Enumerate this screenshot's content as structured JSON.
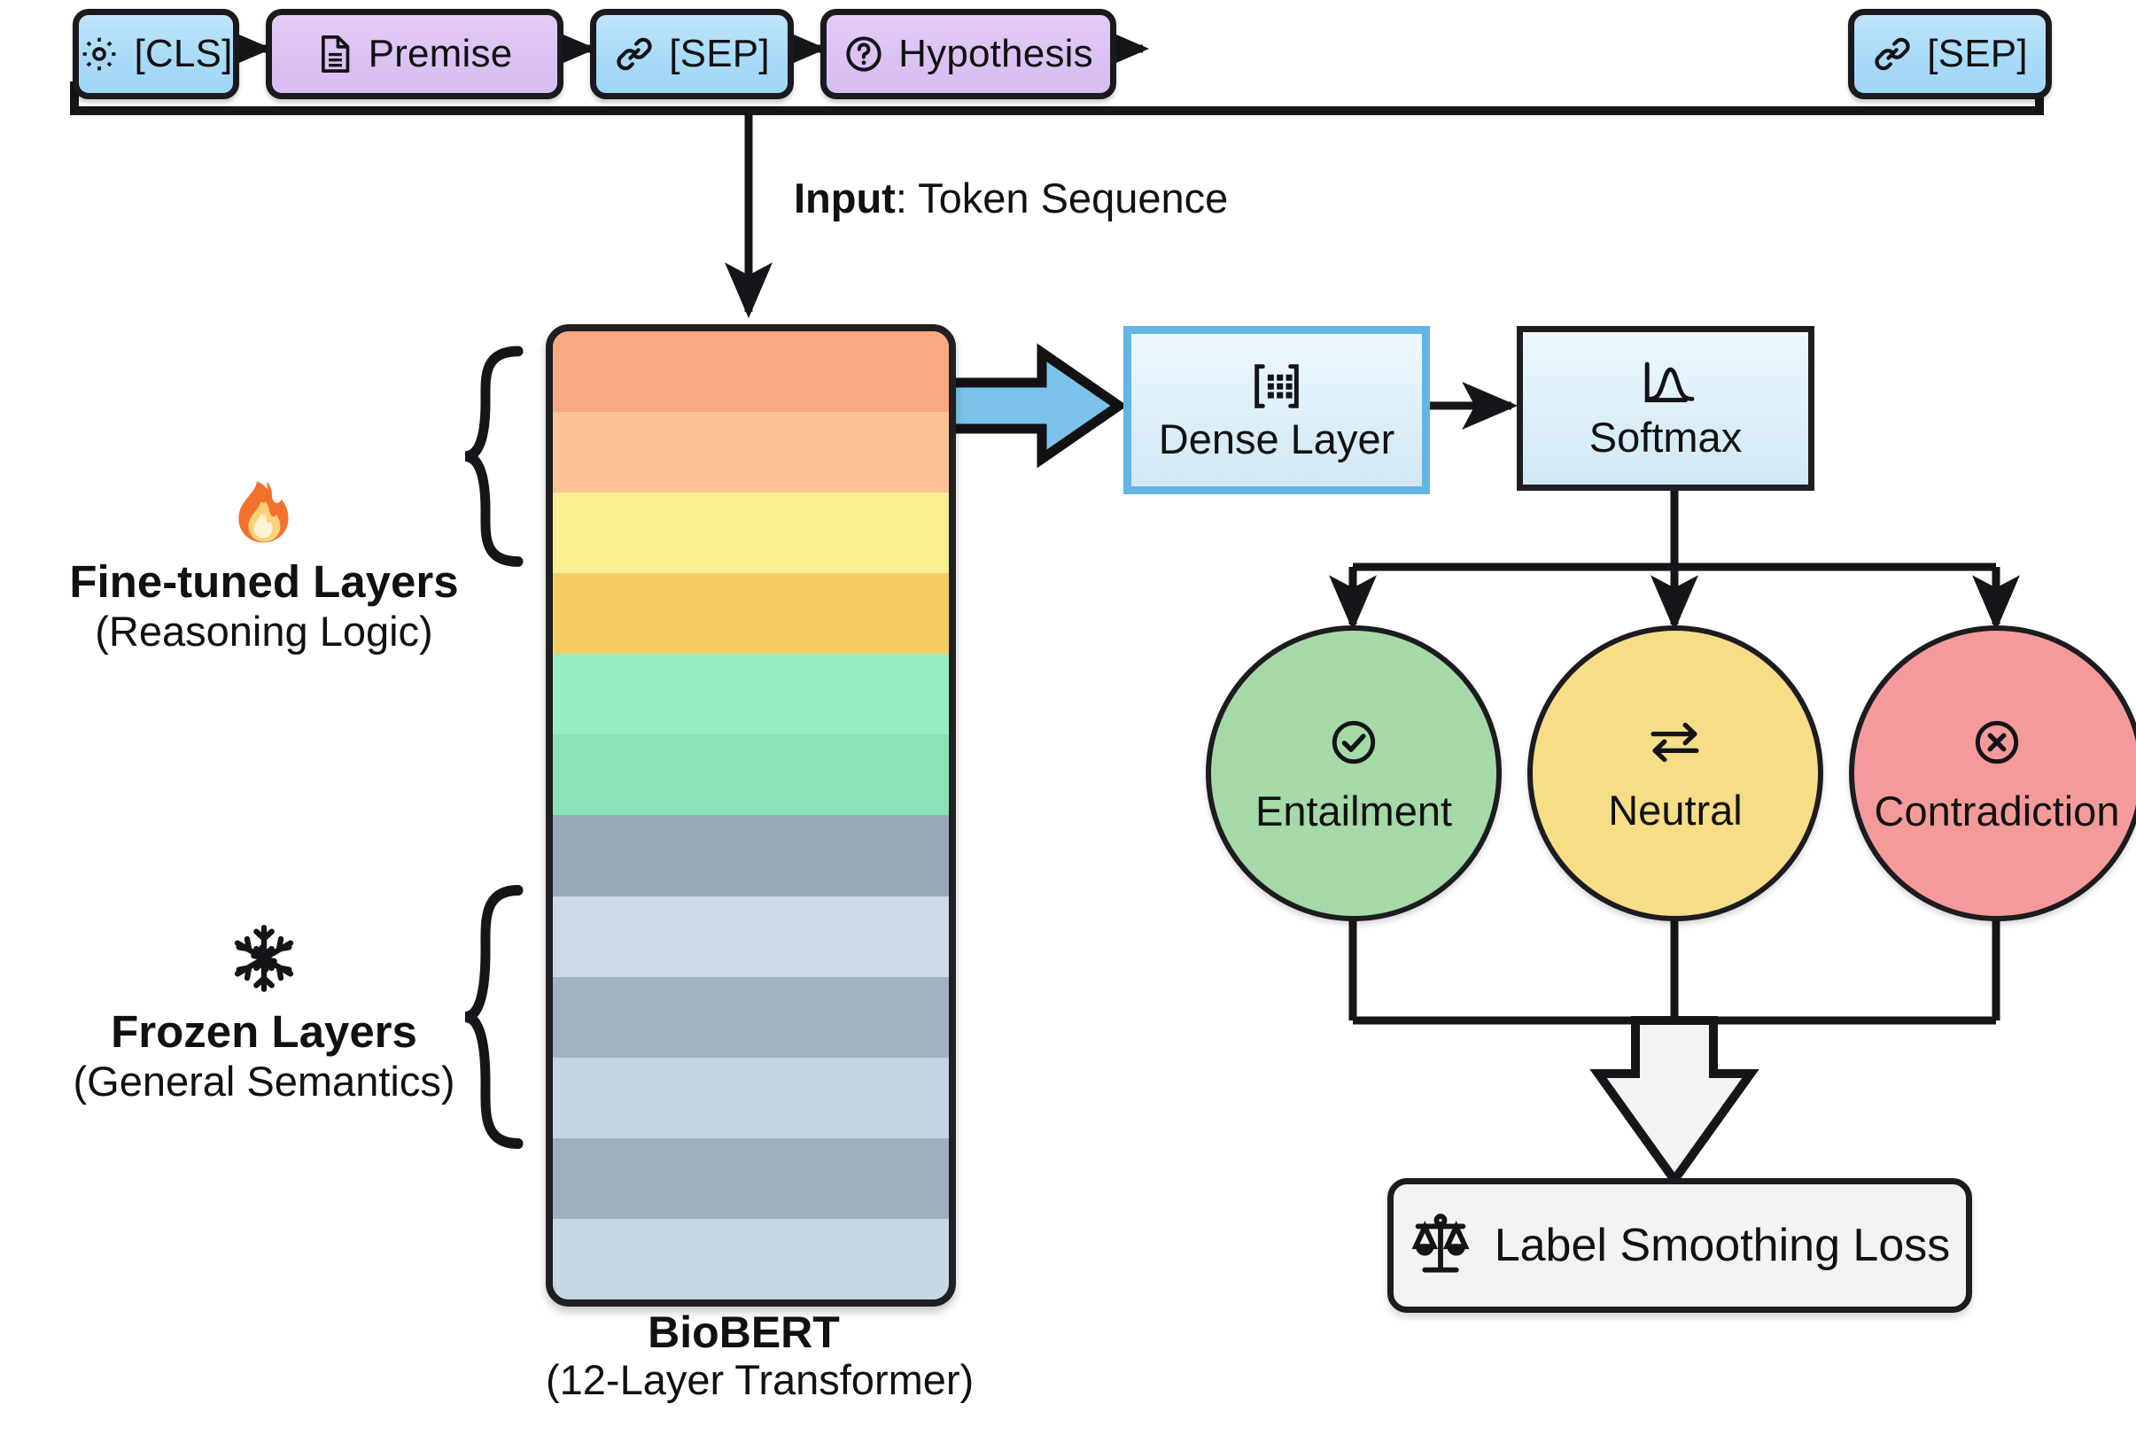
{
  "diagram": {
    "input_sequence": {
      "caption_bold": "Input",
      "caption_rest": ": Token Sequence",
      "tokens": [
        {
          "label": "[CLS]",
          "icon": "gear-icon",
          "color": "#a9dbf8",
          "kind": "blue"
        },
        {
          "label": "Premise",
          "icon": "document-icon",
          "color": "#dcc2f3",
          "kind": "purple"
        },
        {
          "label": "[SEP]",
          "icon": "link-icon",
          "color": "#a9dbf8",
          "kind": "blue"
        },
        {
          "label": "Hypothesis",
          "icon": "question-circle-icon",
          "color": "#dcc2f3",
          "kind": "purple"
        },
        {
          "label": "[SEP]",
          "icon": "link-icon",
          "color": "#a9dbf8",
          "kind": "blue"
        }
      ]
    },
    "encoder": {
      "name": "BioBERT",
      "subtitle": "(12-Layer Transformer)",
      "layers": [
        {
          "index": 1,
          "color": "#f8a97f",
          "group": "fine-tuned"
        },
        {
          "index": 2,
          "color": "#fbc396",
          "group": "fine-tuned"
        },
        {
          "index": 3,
          "color": "#f8ef91",
          "group": "fine-tuned"
        },
        {
          "index": 4,
          "color": "#f6cd63",
          "group": "fine-tuned"
        },
        {
          "index": 5,
          "color": "#97eec4",
          "group": "fine-tuned"
        },
        {
          "index": 6,
          "color": "#89e3b4",
          "group": "fine-tuned"
        },
        {
          "index": 7,
          "color": "#9aa9b8",
          "group": "frozen"
        },
        {
          "index": 8,
          "color": "#ccdae7",
          "group": "frozen"
        },
        {
          "index": 9,
          "color": "#a3b2c1",
          "group": "frozen"
        },
        {
          "index": 10,
          "color": "#c5d4e2",
          "group": "frozen"
        },
        {
          "index": 11,
          "color": "#9fafbd",
          "group": "frozen"
        },
        {
          "index": 12,
          "color": "#c8d7e4",
          "group": "frozen"
        }
      ]
    },
    "groups": [
      {
        "icon": "fire-icon",
        "title": "Fine-tuned Layers",
        "subtitle": "(Reasoning Logic)"
      },
      {
        "icon": "snowflake-icon",
        "title": "Frozen Layers",
        "subtitle": "(General Semantics)"
      }
    ],
    "head": {
      "dense": {
        "label": "Dense Layer",
        "icon": "matrix-grid-icon",
        "border_color": "#63b6e4"
      },
      "softmax": {
        "label": "Softmax",
        "icon": "distribution-curve-icon",
        "border_color": "#1f1f23"
      }
    },
    "classes": [
      {
        "label": "Entailment",
        "icon": "check-circle-icon",
        "color": "#a5d9a7"
      },
      {
        "label": "Neutral",
        "icon": "bidirectional-arrows-icon",
        "color": "#f6dd86"
      },
      {
        "label": "Contradiction",
        "icon": "x-circle-icon",
        "color": "#f59a9a"
      }
    ],
    "loss": {
      "label": "Label Smoothing Loss",
      "icon": "scales-balance-icon"
    }
  }
}
